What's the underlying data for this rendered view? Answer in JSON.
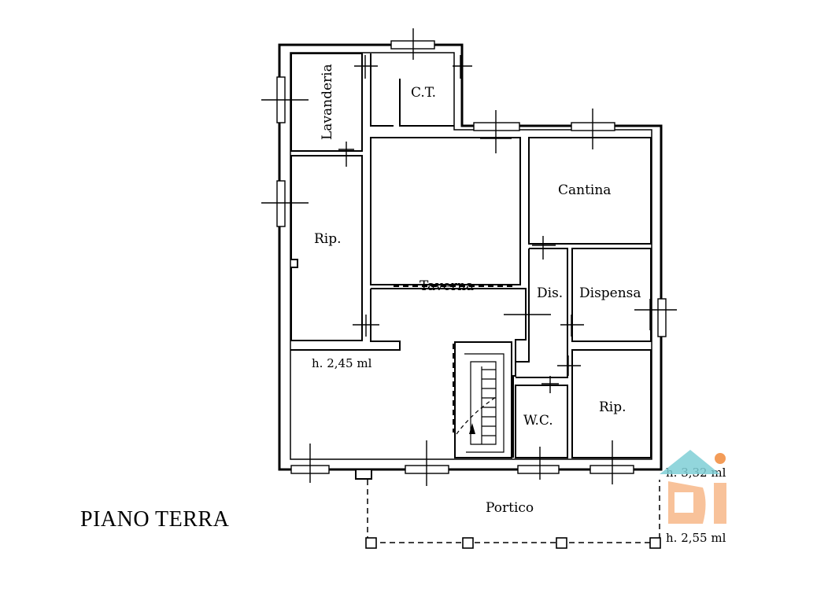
{
  "title": "PIANO TERRA",
  "rooms": {
    "lavanderia": "Lavanderia",
    "ct": "C.T.",
    "cantina": "Cantina",
    "rip_left": "Rip.",
    "taverna": "Taverna",
    "dis": "Dis.",
    "dispensa": "Dispensa",
    "wc": "W.C.",
    "rip_right": "Rip.",
    "portico": "Portico"
  },
  "heights": {
    "interior": "h. 2,45 ml",
    "upper": "h. 3,32 ml",
    "portico": "h. 2,55 ml"
  },
  "colors": {
    "logo_roof": "#7fcfd6",
    "logo_body": "#f5a66a",
    "logo_dot": "#f28b3c"
  }
}
